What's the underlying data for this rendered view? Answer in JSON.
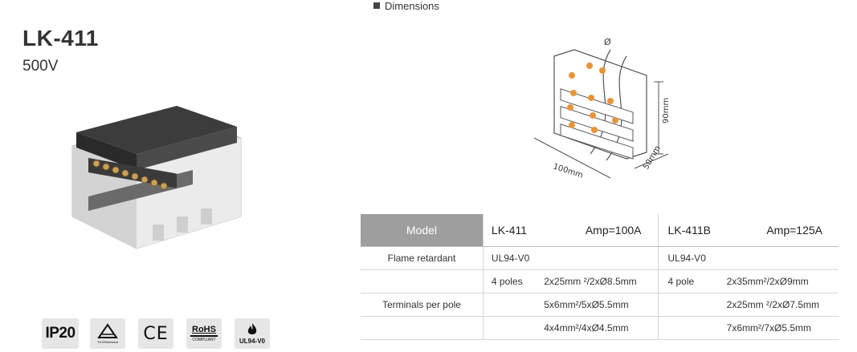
{
  "product": {
    "title": "LK-411",
    "voltage": "500V"
  },
  "dimensions": {
    "label": "Dimensions",
    "diameter_symbol": "Ø",
    "height": "90mm",
    "width": "100mm",
    "depth": "50mm"
  },
  "certifications": {
    "ip": "IP20",
    "tuv": "TÜVRheinland",
    "ce": "CE",
    "rohs_top": "RoHS",
    "rohs_bottom": "COMPLIANT",
    "ul": "UL94-V0"
  },
  "spec_table": {
    "header": {
      "model": "Model",
      "m1_name": "LK-411",
      "m1_amp": "Amp=100A",
      "m2_name": "LK-411B",
      "m2_amp": "Amp=125A"
    },
    "rows": [
      {
        "label": "Flame retardant",
        "m1_a": "UL94-V0",
        "m1_b": "",
        "m2_a": "UL94-V0",
        "m2_b": ""
      },
      {
        "label": "",
        "m1_a": "4 poles",
        "m1_b": "2x25mm ²/2xØ8.5mm",
        "m2_a": "4 pole",
        "m2_b": "2x35mm²/2xØ9mm"
      },
      {
        "label": "Terminals per pole",
        "m1_a": "",
        "m1_b": "5x6mm²/5xØ5.5mm",
        "m2_a": "",
        "m2_b": "2x25mm ²/2xØ7.5mm"
      },
      {
        "label": "",
        "m1_a": "",
        "m1_b": "4x4mm²/4xØ4.5mm",
        "m2_a": "",
        "m2_b": "7x6mm²/7xØ5.5mm"
      }
    ]
  },
  "colors": {
    "header_bg": "#9e9e9e",
    "terminal_orange": "#e8953a"
  }
}
